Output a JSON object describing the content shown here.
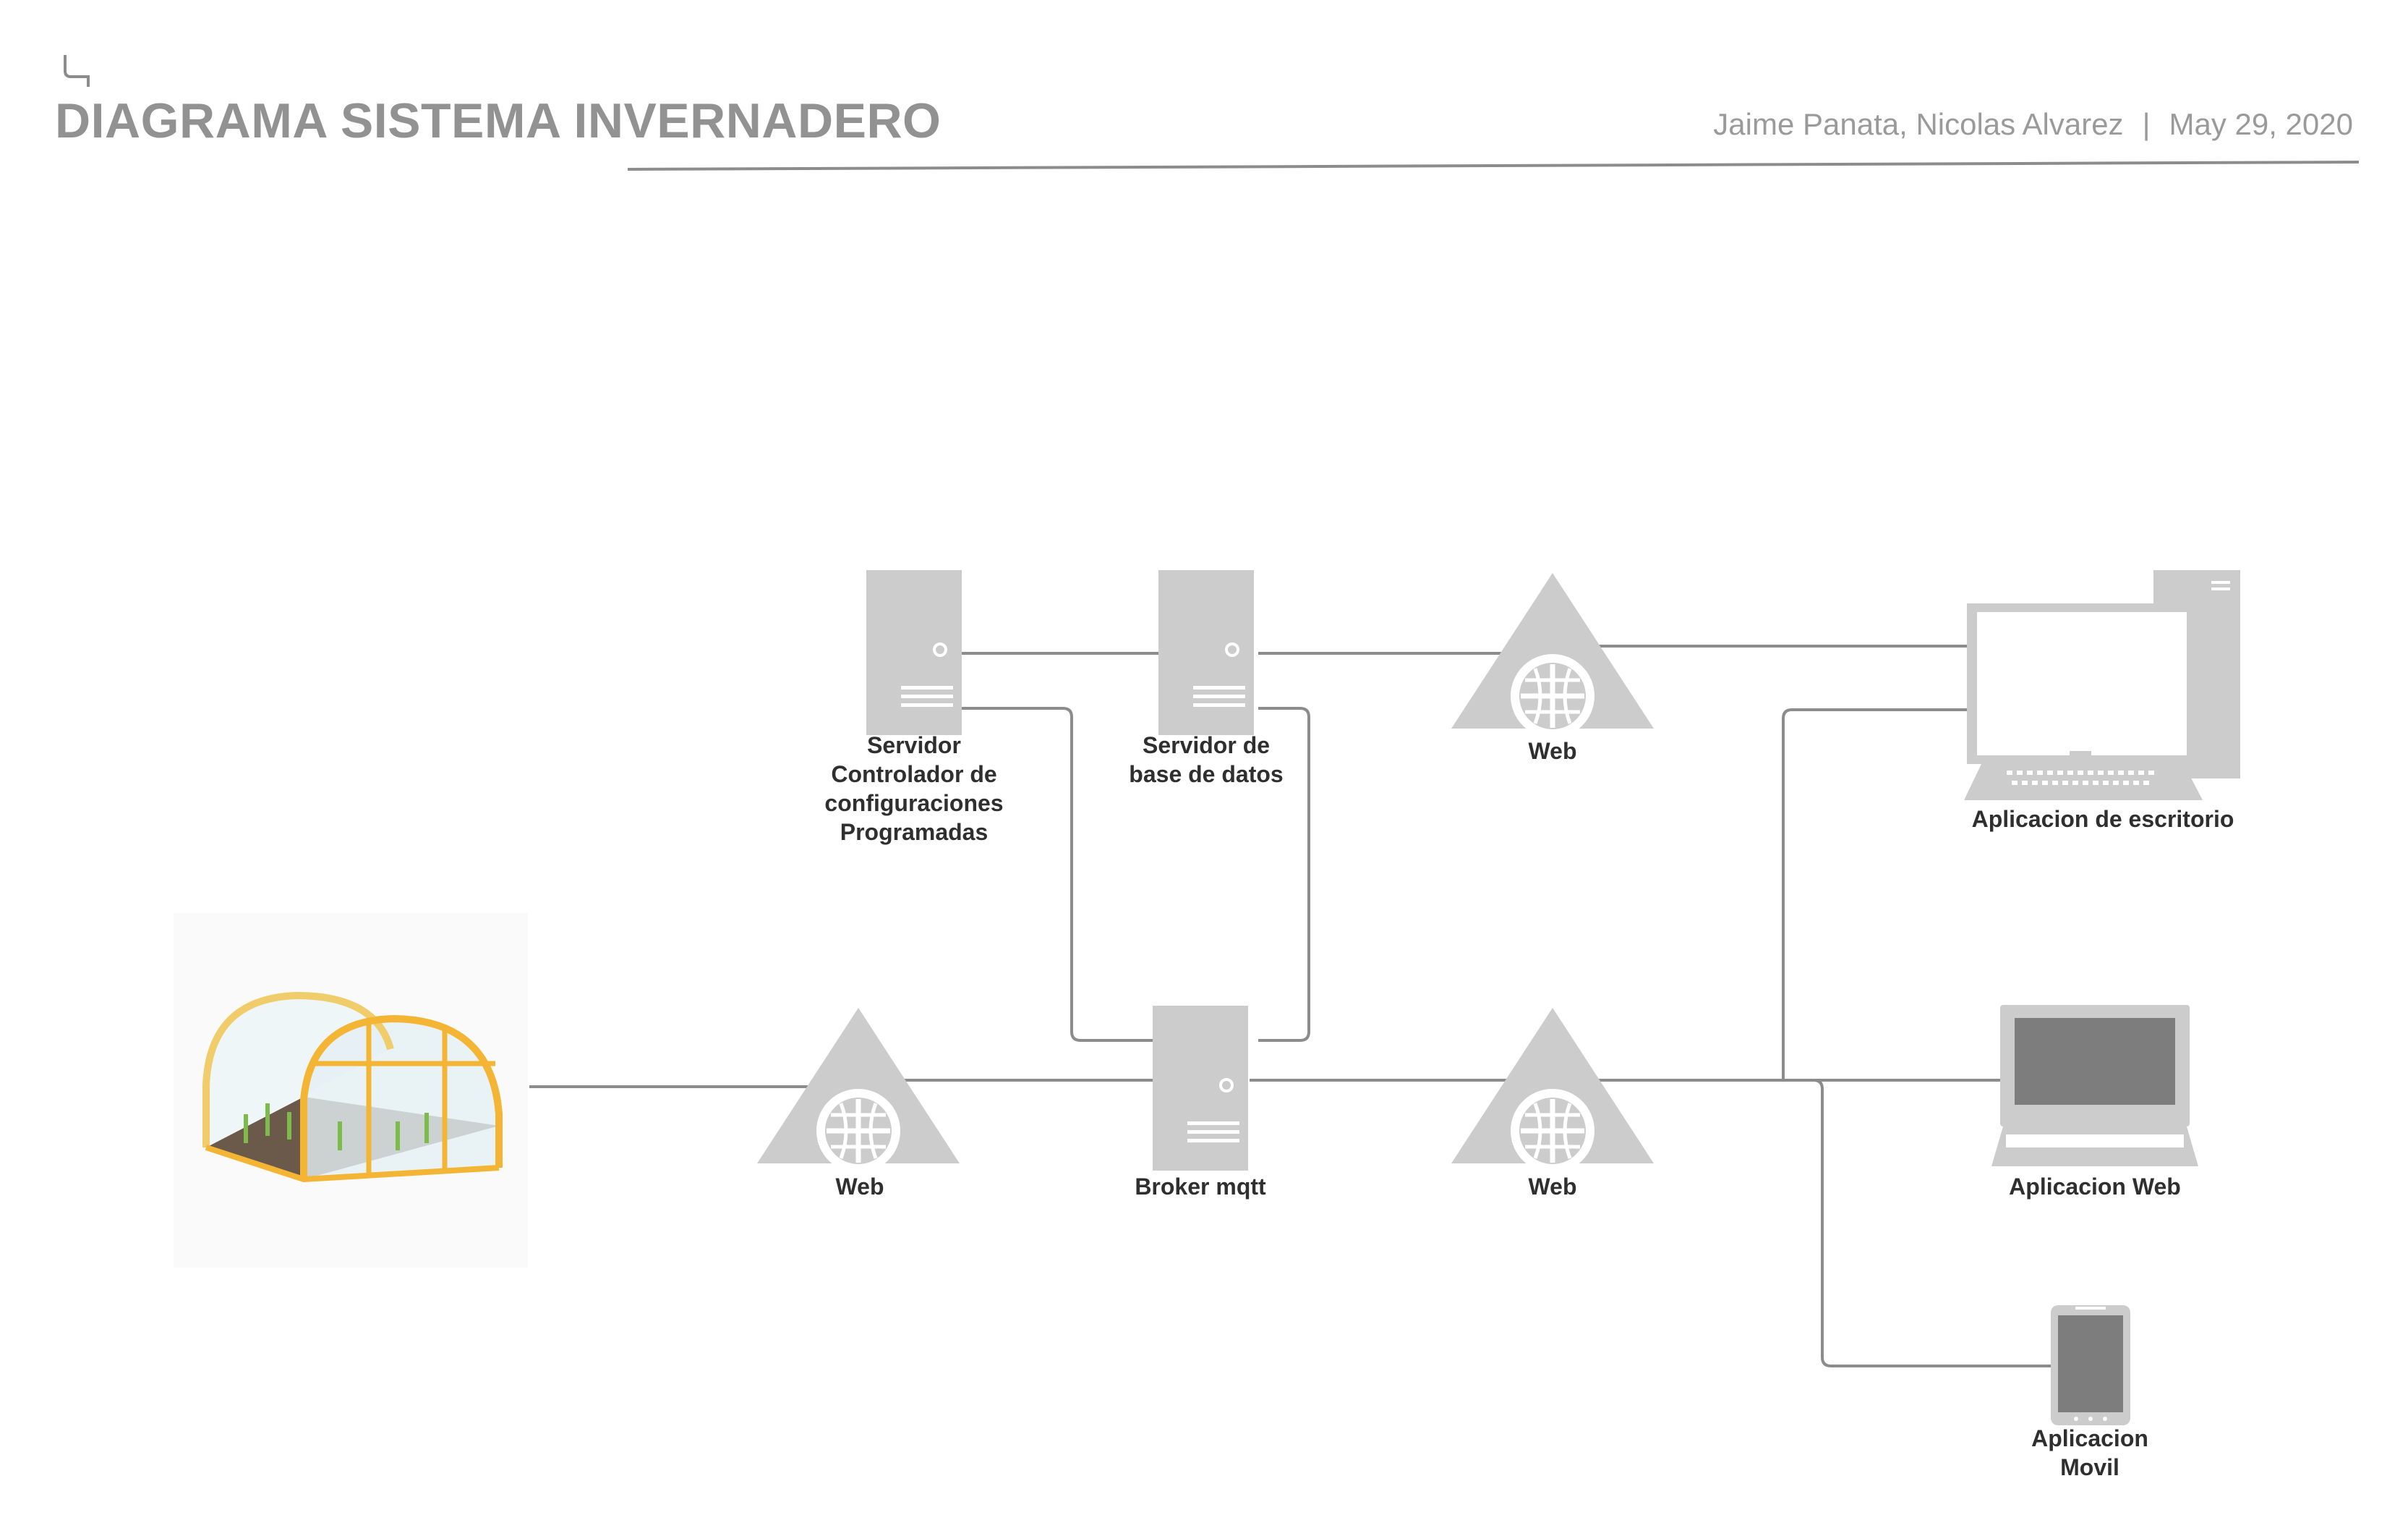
{
  "header": {
    "title": "DIAGRAMA SISTEMA INVERNADERO",
    "authors": "Jaime Panata, Nicolas Alvarez",
    "separator": "|",
    "date": "May 29, 2020"
  },
  "colors": {
    "title": "#929292",
    "line": "#8c8c8c",
    "icon": "#cccccc",
    "screen": "#7d7d7d",
    "greenhouse_frame": "#f4b534",
    "label": "#2f2f2f"
  },
  "nodes": {
    "servidor_controlador": {
      "line1": "Servidor",
      "line2": "Controlador de",
      "line3": "configuraciones",
      "line4": "Programadas",
      "icon": "server-icon"
    },
    "servidor_bd": {
      "line1": "Servidor de",
      "line2": "base de datos",
      "icon": "server-icon"
    },
    "web_top": {
      "label": "Web",
      "icon": "web-globe-icon"
    },
    "escritorio": {
      "label": "Aplicacion de escritorio",
      "icon": "desktop-computer-icon"
    },
    "greenhouse": {
      "icon": "greenhouse-icon"
    },
    "web_left": {
      "label": "Web",
      "icon": "web-globe-icon"
    },
    "broker": {
      "label": "Broker mqtt",
      "icon": "server-icon"
    },
    "web_right": {
      "label": "Web",
      "icon": "web-globe-icon"
    },
    "aplicacion_web": {
      "label": "Aplicacion Web",
      "icon": "laptop-icon"
    },
    "movil": {
      "line1": "Aplicacion",
      "line2": "Movil",
      "icon": "mobile-phone-icon"
    }
  }
}
